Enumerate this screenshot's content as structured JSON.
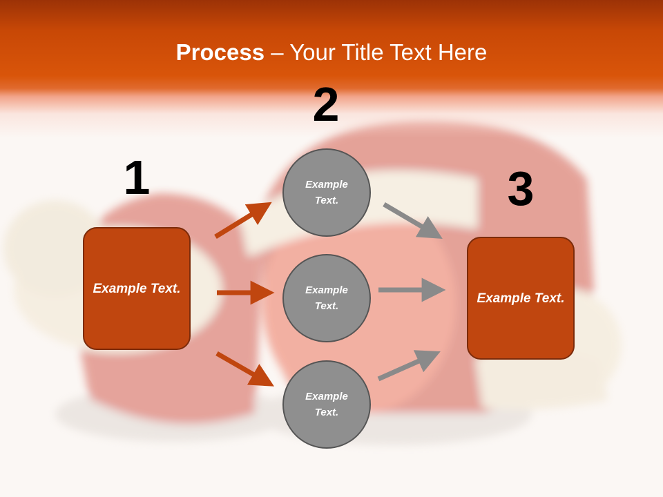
{
  "title": {
    "bold": "Process",
    "rest": " – Your Title Text Here"
  },
  "steps": [
    {
      "number": "1",
      "label": "Example Text."
    },
    {
      "number": "2",
      "items": [
        "Example Text.",
        "Example Text.",
        "Example Text."
      ]
    },
    {
      "number": "3",
      "label": "Example Text."
    }
  ],
  "colors": {
    "accent": "#c0460f",
    "box_border": "#7c2b0a",
    "circle_fill": "#8f8f8f",
    "circle_border": "#555555",
    "gray_arrow": "#8a8a8a",
    "header": "#d9550a"
  },
  "icons": [
    "arrow-right-icon"
  ]
}
